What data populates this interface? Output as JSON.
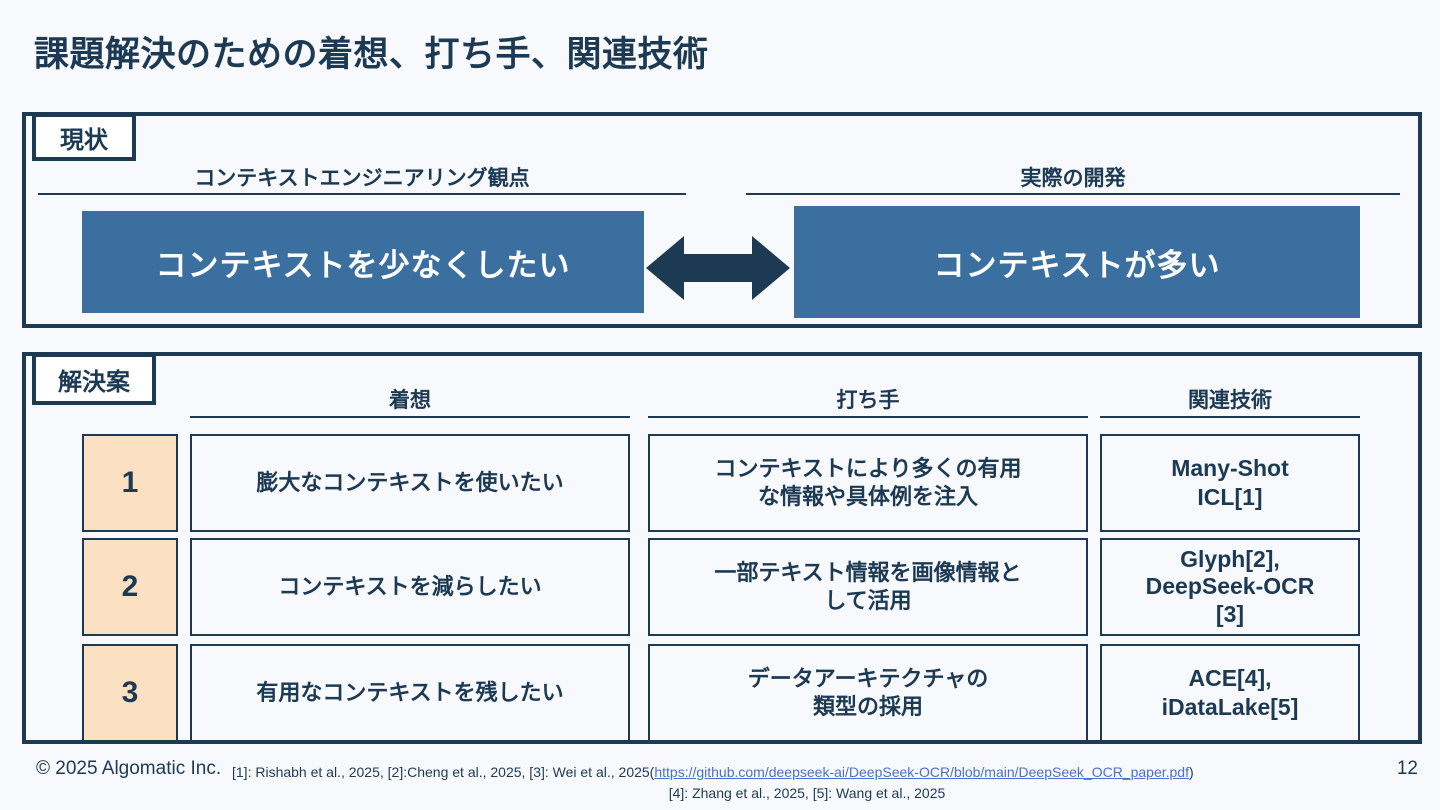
{
  "slide": {
    "title": "課題解決のための着想、打ち手、関連技術",
    "page_number": "12",
    "accent_navy": "#1D3A54",
    "accent_blue": "#3A6FA0",
    "accent_peach": "#FBE0C2",
    "background": "#F7F9FC"
  },
  "current_state": {
    "badge": "現状",
    "left": {
      "header": "コンテキストエンジニアリング観点",
      "box_label": "コンテキストを少なくしたい"
    },
    "right": {
      "header": "実際の開発",
      "box_label": "コンテキストが多い"
    },
    "arrow_icon": "double-arrow-horizontal-icon"
  },
  "solution": {
    "badge": "解決案",
    "columns": [
      {
        "key": "idea",
        "label": "着想"
      },
      {
        "key": "action",
        "label": "打ち手"
      },
      {
        "key": "tech",
        "label": "関連技術"
      }
    ],
    "rows": [
      {
        "number": "1",
        "idea": "膨大なコンテキストを使いたい",
        "action": "コンテキストにより多くの有用\nな情報や具体例を注入",
        "tech": "Many-Shot\nICL[1]"
      },
      {
        "number": "2",
        "idea": "コンテキストを減らしたい",
        "action": "一部テキスト情報を画像情報と\nして活用",
        "tech": "Glyph[2],\nDeepSeek-OCR\n[3]"
      },
      {
        "number": "3",
        "idea": "有用なコンテキストを残したい",
        "action": "データアーキテクチャの\n類型の採用",
        "tech": "ACE[4],\niDataLake[5]"
      }
    ]
  },
  "footer": {
    "copyright": "© 2025 Algomatic Inc.",
    "refs_line1_pre": "[1]: Rishabh  et al., 2025, [2]:Cheng et al., 2025, [3]: Wei et al., 2025(",
    "refs_link": "https://github.com/deepseek-ai/DeepSeek-OCR/blob/main/DeepSeek_OCR_paper.pdf",
    "refs_line1_post": ")",
    "refs_line2": "[4]: Zhang et al., 2025, [5]: Wang et al., 2025"
  }
}
